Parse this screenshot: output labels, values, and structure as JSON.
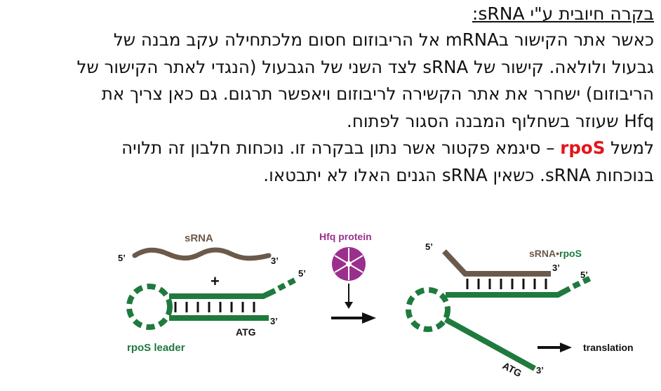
{
  "heading": "בקרה חיובית ע\"י sRNA:",
  "paragraph1": {
    "lines": [
      "כאשר אתר הקישור בmRNA אל הריבוזום חסום מלכתחילה עקב מבנה של",
      "גבעול ולולאה. קישור של sRNA לצד השני של הגבעול (הנגדי לאתר הקישור של",
      "הריבוזום) ישחרר את אתר הקשירה לריבוזום ויאפשר תרגום. גם כאן צריך את",
      "Hfq שעוזר בשחלוף המבנה הסגור לפתוח."
    ]
  },
  "paragraph2": {
    "line1_prefix": "למשל ",
    "line1_highlight": "rpoS",
    "line1_suffix": " – סיגמא פקטור אשר נתון בבקרה זו. נוכחות חלבון זה תלויה",
    "line2": "בנוכחות sRNA. כשאין sRNA הגנים האלו לא יתבטאו."
  },
  "figure": {
    "left": {
      "srna_label": "sRNA",
      "srna_5prime": "5’",
      "srna_3prime": "3’",
      "plus": "+",
      "mrna_5prime": "5’",
      "mrna_3prime": "3’",
      "start_codon": "ATG",
      "leader_label": "rpoS leader"
    },
    "protein": {
      "label": "Hfq protein"
    },
    "right": {
      "complex_label_srna": "sRNA•",
      "complex_label_rpos": "rpoS",
      "srna_5prime": "5’",
      "srna_3prime": "3’",
      "mrna_5prime": "5’",
      "mrna_3prime": "3’",
      "start_codon": "ATG",
      "translation_label": "translation"
    },
    "colors": {
      "srna": "#6b5a4b",
      "mrna": "#1f7a3e",
      "hfq": "#9b2f8e",
      "highlight": "#e3161b"
    }
  }
}
